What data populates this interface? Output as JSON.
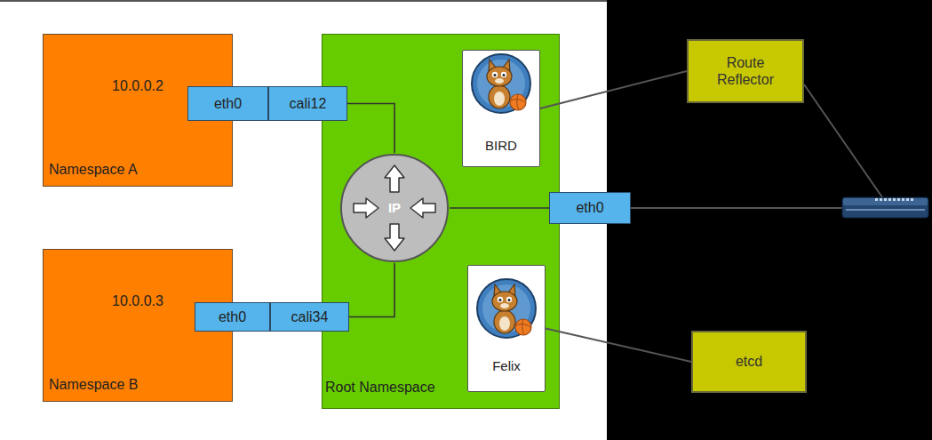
{
  "diagram": {
    "nodes": [
      {
        "text": [
          "10.0.0.2",
          "Namespace A"
        ]
      },
      {
        "text": [
          "eth0"
        ]
      },
      {
        "text": [
          "cali12"
        ]
      },
      {
        "text": [
          "Root Namespace"
        ]
      },
      {
        "text": [
          "BIRD"
        ],
        "in": 3
      },
      {
        "text": [
          "IP"
        ],
        "in": 3
      },
      {
        "text": [
          "eth0"
        ]
      },
      {
        "text": [
          "Felix"
        ],
        "in": 3
      },
      {
        "text": [
          "10.0.0.3",
          "Namespace B"
        ]
      },
      {
        "text": [
          "eth0"
        ]
      },
      {
        "text": [
          "cali34"
        ]
      },
      {
        "text": [
          "Route Reflector"
        ]
      },
      {
        "text": [
          "etcd"
        ]
      }
    ],
    "edges": [
      {
        "from": 2,
        "to": 5,
        "arrow": "none"
      },
      {
        "from": 10,
        "to": 5,
        "arrow": "none"
      },
      {
        "from": 5,
        "to": 6,
        "arrow": "none"
      },
      {
        "from": 4,
        "to": 11,
        "arrow": "none"
      },
      {
        "from": 7,
        "to": 12,
        "arrow": "none"
      }
    ]
  }
}
